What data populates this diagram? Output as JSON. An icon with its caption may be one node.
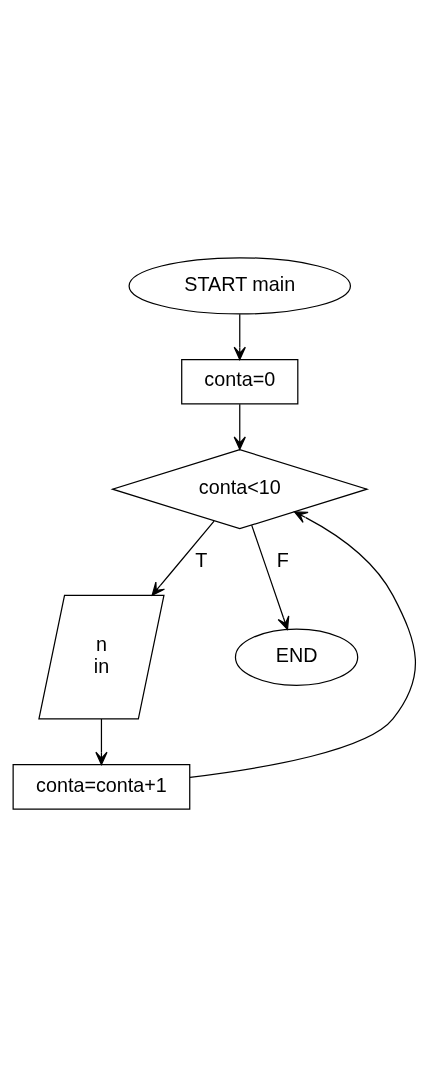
{
  "diagram": {
    "nodes": [
      {
        "text": [
          "START main"
        ]
      },
      {
        "text": [
          "conta=0"
        ]
      },
      {
        "text": [
          "conta<10"
        ]
      },
      {
        "text": [
          "n",
          "in"
        ]
      },
      {
        "text": [
          "conta=conta+1"
        ]
      },
      {
        "text": [
          "END"
        ]
      }
    ],
    "edges": [
      {
        "from": 0,
        "to": 1,
        "arrow": "to"
      },
      {
        "from": 1,
        "to": 2,
        "arrow": "to"
      },
      {
        "from": 2,
        "to": 3,
        "arrow": "to",
        "label": "T"
      },
      {
        "from": 3,
        "to": 4,
        "arrow": "to"
      },
      {
        "from": 4,
        "to": 2,
        "arrow": "to"
      },
      {
        "from": 2,
        "to": 5,
        "arrow": "to",
        "label": "F"
      }
    ]
  }
}
